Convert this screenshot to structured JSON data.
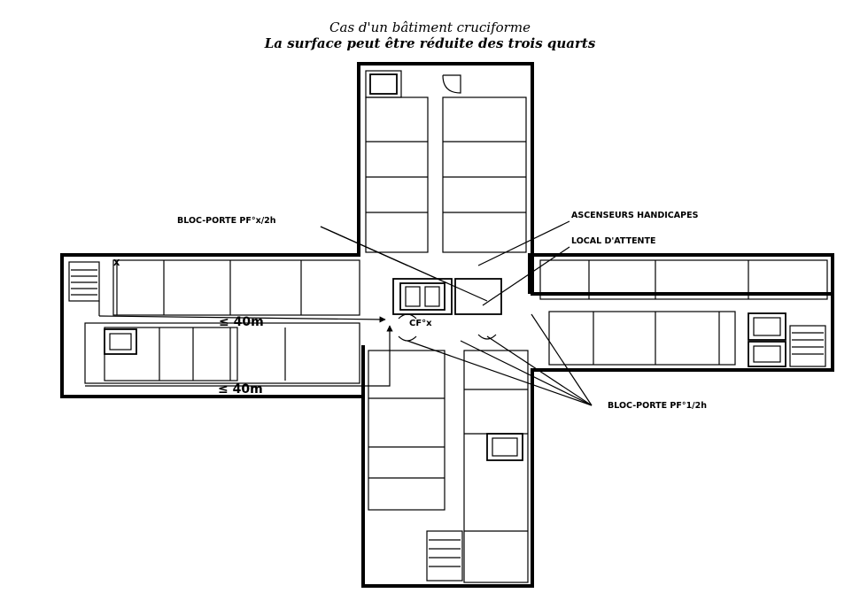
{
  "title": {
    "line1": "Cas d'un bâtiment cruciforme",
    "line2": "La surface peut être réduite des trois quarts"
  },
  "labels": {
    "bloc_porte_x": "BLOC-PORTE PF°x/2h",
    "ascenseurs": "ASCENSEURS HANDICAPES",
    "local_attente": "LOCAL D'ATTENTE",
    "bloc_porte_half": "BLOC-PORTE PF°1/2h",
    "cf_door": "CF°x",
    "dist_upper": "≤ 40m",
    "dist_lower": "≤ 40m",
    "exit_mark": "X"
  }
}
